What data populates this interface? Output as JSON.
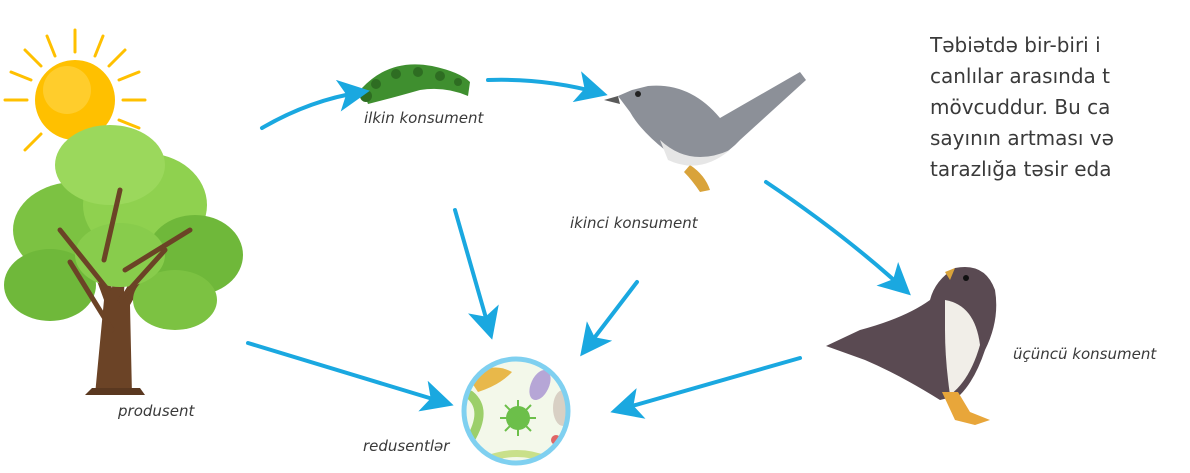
{
  "labels": {
    "producer": "produsent",
    "primary_consumer": "ilkin konsument",
    "secondary_consumer": "ikinci konsument",
    "tertiary_consumer": "üçüncü konsument",
    "reducers": "redusentlər"
  },
  "paragraph_lines": [
    "Təbiətdə bir-biri i",
    "canlılar arasında t",
    "mövcuddur. Bu ca",
    "sayının artması və",
    "tarazlığa təsir eda"
  ],
  "colors": {
    "arrow": "#1aa8e0",
    "sun": "#ffc000",
    "leaves": "#7cc242",
    "trunk": "#6b4326",
    "caterpillar": "#3f8f2f",
    "cuckoo": "#8c9098",
    "falcon": "#5a4a52",
    "bacteria_ring": "#7fd0f0"
  },
  "icons": {
    "sun": "sun-icon",
    "tree": "tree-icon",
    "caterpillar": "caterpillar-icon",
    "cuckoo": "cuckoo-bird-icon",
    "falcon": "falcon-icon",
    "bacteria": "bacteria-icon"
  }
}
